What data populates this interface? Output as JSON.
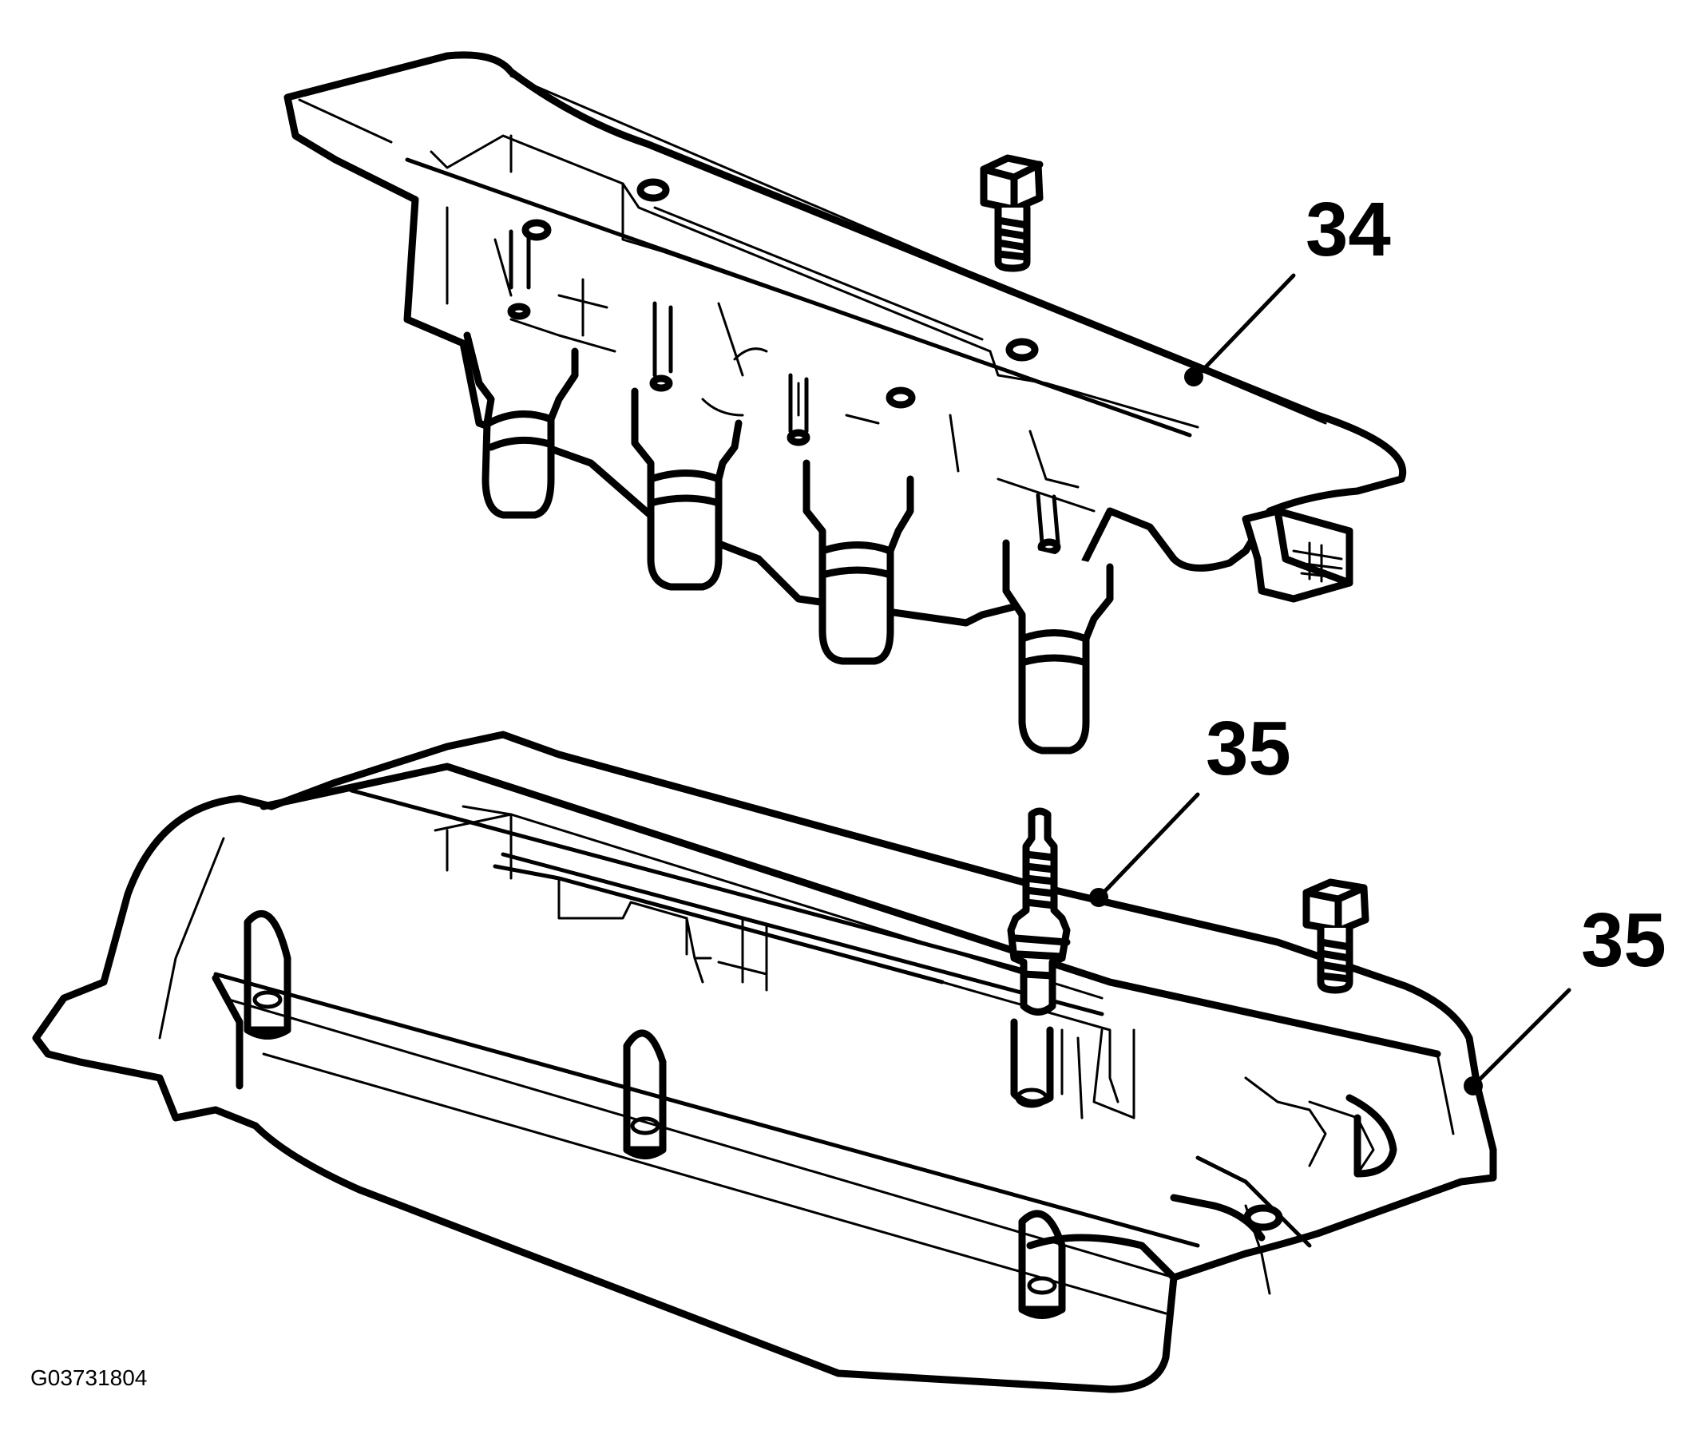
{
  "figure_id": "G03731804",
  "callouts": [
    {
      "label": "34"
    },
    {
      "label": "35"
    },
    {
      "label": "35"
    }
  ],
  "parts": {
    "ignition_coil": "ignition-coil-module",
    "spark_plug": "spark-plug",
    "cover": "cylinder-head-cover",
    "bolt_upper": "mounting-bolt",
    "bolt_lower": "mounting-bolt"
  },
  "colors": {
    "line": "#000000",
    "background": "#ffffff"
  }
}
